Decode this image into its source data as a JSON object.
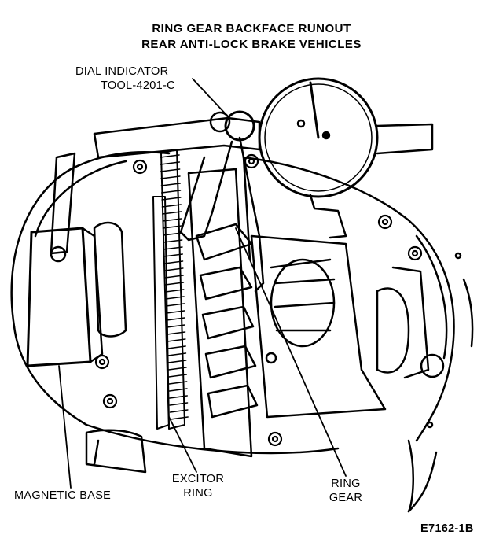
{
  "title": {
    "line1": "RING GEAR BACKFACE RUNOUT",
    "line2": "REAR ANTI-LOCK BRAKE VEHICLES"
  },
  "callouts": {
    "dial_indicator": {
      "line1": "DIAL INDICATOR",
      "line2": "TOOL-4201-C"
    },
    "magnetic_base": "MAGNETIC BASE",
    "excitor_ring": {
      "line1": "EXCITOR",
      "line2": "RING"
    },
    "ring_gear": {
      "line1": "RING",
      "line2": "GEAR"
    }
  },
  "figure_id": "E7162-1B",
  "colors": {
    "ink": "#000000",
    "paper": "#ffffff"
  }
}
